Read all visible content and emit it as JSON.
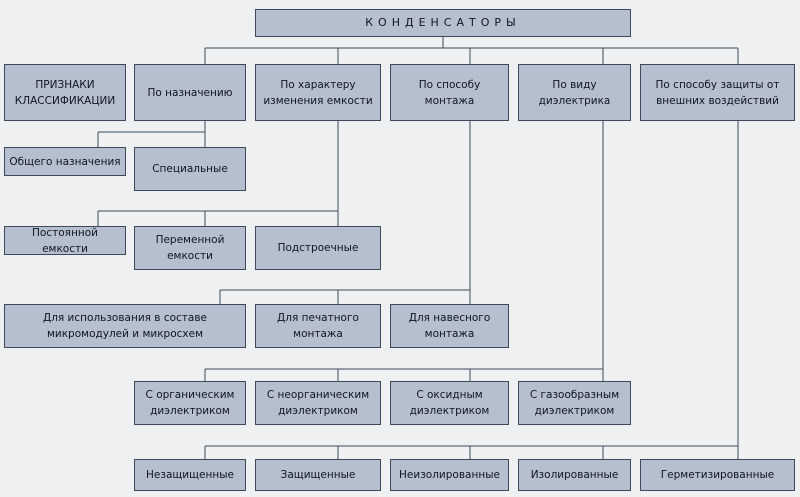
{
  "title": "КОНДЕНСАТОРЫ",
  "header_row": {
    "label": "ПРИЗНАКИ\nКЛАССИФИКАЦИИ",
    "by_purpose": "По назначению",
    "by_capacity_change": "По характеру\nизменения емкости",
    "by_mounting": "По способу\nмонтажа",
    "by_dielectric": "По виду\nдиэлектрика",
    "by_protection": "По способу защиты от\nвнешних воздействий"
  },
  "purpose": {
    "general": "Общего назначения",
    "special": "Специальные"
  },
  "capacity": {
    "constant": "Постоянной емкости",
    "variable": "Переменной\nемкости",
    "trimmer": "Подстроечные"
  },
  "mounting": {
    "micromodules": "Для использования в составе\nмикромодулей и микросхем",
    "printed": "Для печатного\nмонтажа",
    "surface": "Для навесного\nмонтажа"
  },
  "dielectric": {
    "organic": "С органическим\nдиэлектриком",
    "inorganic": "С неорганическим\nдиэлектриком",
    "oxide": "С оксидным\nдиэлектриком",
    "gas": "С газообразным\nдиэлектриком"
  },
  "protection": {
    "unprotected": "Незащищенные",
    "protected": "Защищенные",
    "non_insulated": "Неизолированные",
    "insulated": "Изолированные",
    "sealed": "Герметизированные"
  },
  "colors": {
    "box_fill": "#b6bfcd",
    "box_border": "#3e4a5c",
    "line": "#3e4a5c",
    "background": "#eef0f2"
  }
}
